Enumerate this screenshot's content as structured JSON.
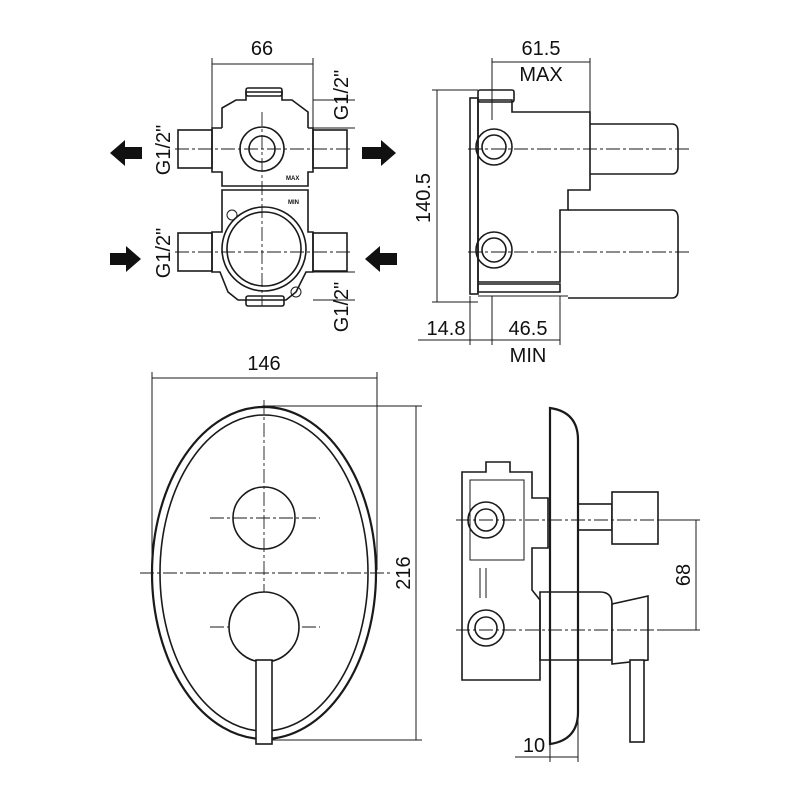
{
  "top_left_view": {
    "width_dim": "66",
    "thread_label": "G1/2\"",
    "max_mark": "MAX",
    "min_mark": "MIN",
    "flow_arrows": [
      "arrow-left-icon",
      "arrow-right-icon",
      "arrow-right-icon",
      "arrow-left-icon"
    ]
  },
  "top_right_view": {
    "max_dim": "61.5",
    "max_label": "MAX",
    "height_dim": "140.5",
    "offset_dim": "14.8",
    "min_dim": "46.5",
    "min_label": "MIN"
  },
  "front_view": {
    "width_dim": "146",
    "height_dim": "216"
  },
  "side_view": {
    "handle_offset_dim": "68",
    "plate_dim": "10"
  }
}
